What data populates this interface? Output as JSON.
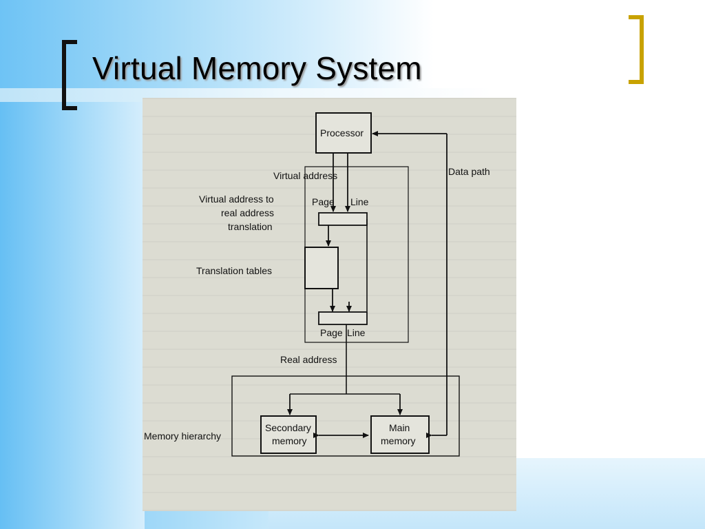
{
  "slide": {
    "title": "Virtual Memory System"
  },
  "diagram": {
    "processor": "Processor",
    "virtual_address": "Virtual address",
    "page_top": "Page",
    "line_top": "Line",
    "translation_label_1": "Virtual address to",
    "translation_label_2": "real address",
    "translation_label_3": "translation",
    "translation_tables": "Translation tables",
    "page_bottom": "Page",
    "line_bottom": "Line",
    "real_address": "Real address",
    "data_path": "Data path",
    "memory_hierarchy": "Memory hierarchy",
    "secondary_memory_1": "Secondary",
    "secondary_memory_2": "memory",
    "main_memory_1": "Main",
    "main_memory_2": "memory"
  },
  "colors": {
    "bracket_left": "#111111",
    "bracket_right": "#c8a200",
    "background_blue": "#6ec3f5"
  }
}
